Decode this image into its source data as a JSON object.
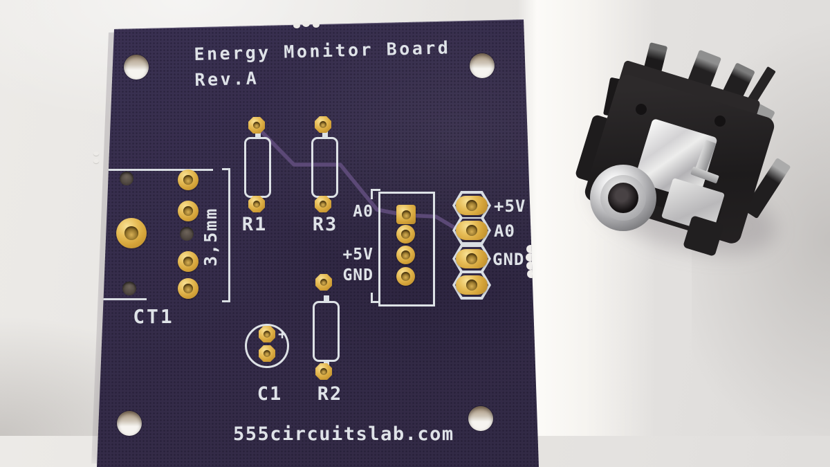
{
  "scene": {
    "description": "Photograph of a purple printed circuit board beside a black 3.5mm audio jack connector on light gray paper",
    "background_color": "#e8e6e3"
  },
  "board": {
    "color": "#352c49",
    "silkscreen_color": "#dfe3e8",
    "pad_gold_color": "#d9ab45",
    "trace_color": "#5e4b79",
    "title_line1": "Energy Monitor Board",
    "title_line2": "Rev.A",
    "footer_text": "555circuitslab.com",
    "ct1": {
      "label": "CT1",
      "dimension": "3,5mm"
    },
    "resistors": [
      {
        "label": "R1"
      },
      {
        "label": "R3"
      },
      {
        "label": "R2"
      }
    ],
    "capacitor": {
      "label": "C1",
      "polarity_mark": "+"
    },
    "connector_labels": [
      "A0",
      "+5V",
      "GND"
    ],
    "header_labels": [
      "+5V",
      "A0",
      "GND"
    ]
  },
  "component": {
    "name": "3.5mm audio jack connector",
    "body_color": "#242122",
    "metal_color": "#d8d8d8"
  }
}
